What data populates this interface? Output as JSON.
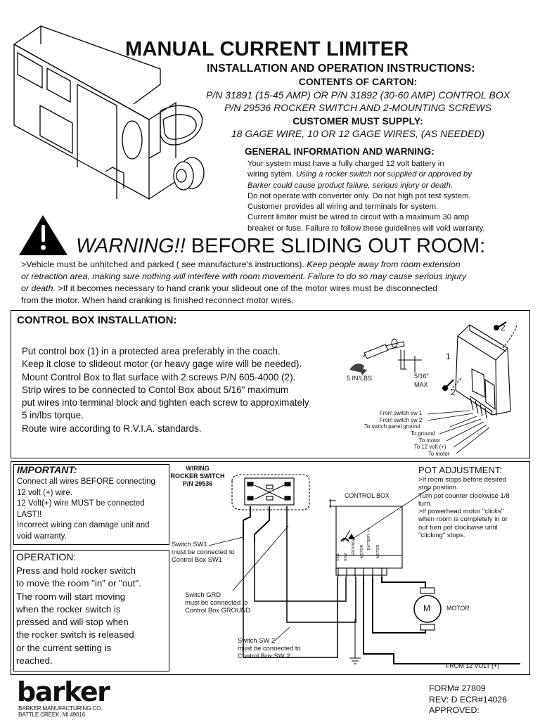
{
  "header": {
    "title": "MANUAL CURRENT LIMITER",
    "subtitle": "INSTALLATION  AND OPERATION INSTRUCTIONS:",
    "contents_heading": "CONTENTS OF CARTON:",
    "contents_line1": "P/N 31891 (15-45 AMP) OR P/N 31892 (30-60 AMP) CONTROL BOX",
    "contents_line2": "P/N 29536 ROCKER SWITCH AND 2-MOUNTING SCREWS",
    "supply_heading": "CUSTOMER MUST SUPPLY:",
    "supply_line": "18 GAGE WIRE, 10 OR 12 GAGE WIRES, (AS NEEDED)"
  },
  "general": {
    "heading": "GENERAL INFORMATION AND WARNING:",
    "line1": "Your system must have a fully charged 12 volt battery in",
    "line2a": "wiring sytem.  ",
    "line2b": "Using a rocker switch not supplied or approved by",
    "line3": "Barker could cause product failure, serious injury or death.",
    "line4": "Do not operate with converter only. Do not high pot test system.",
    "line5": "Customer provides all wiring and terminals for system.",
    "line6": "Current limiter must be wired to circuit with a maximum 30 amp",
    "line7": "breaker or fuse.  Failure to follow these guidelines will void warranty."
  },
  "warning": {
    "title_a": "WARNING!!",
    "title_b": " BEFORE SLIDING OUT ROOM:",
    "line1a": ">Vehicle must be unhitched and parked ( see manufacture's instructions).  ",
    "line1b": "Keep people away from room extension",
    "line2": "or retraction area, making sure nothing will interfere with room movement.  Failure to do so may cause serious injury",
    "line3a": "or death.",
    "line3b": "  >If it becomes necessary to hand crank your slideout one of the motor wires must be disconnected",
    "line4": "from the motor.  When hand cranking is finished reconnect motor wires."
  },
  "installation": {
    "heading": "CONTROL BOX INSTALLATION:",
    "lines": [
      "Put control box (1) in a protected area preferably in the coach.",
      "Keep it close to slideout motor (or heavy gage wire will be needed).",
      "Mount Control Box to  flat surface with 2 screws P/N 605-4000 (2).",
      "Strip wires to be connected to Contol Box about 5/16\" maximum",
      "put wires into terminal block and tighten each screw to approximately",
      "5 in/lbs torque.",
      "Route wire according to R.V.I.A. standards."
    ],
    "torque_label": "5 IN/LBS",
    "strip_label_a": "5/16\"",
    "strip_label_b": "MAX",
    "callout_1": "1",
    "callout_2a": "2",
    "callout_2b": "2",
    "wire_labels": [
      "From switch sw 1",
      "From switch sw 2",
      "To switch panel ground",
      "To ground",
      "To motor",
      "To 12 volt (+)",
      "To motor"
    ]
  },
  "important": {
    "heading": "IMPORTANT:",
    "lines": [
      "Connect all wires BEFORE connecting",
      "12 volt (+) wire.",
      "12 Volt(+) wire MUST be connected",
      "LAST!!",
      "Incorrect wiring can damage unit and",
      "void warranty."
    ]
  },
  "operation": {
    "heading": "OPERATION:",
    "lines": [
      "Press and hold rocker switch",
      "to move the room \"in\" or  \"out\".",
      "The room will start moving",
      "when the rocker switch is",
      "pressed and will stop when",
      "the rocker switch is released",
      "or the current setting is",
      "reached."
    ]
  },
  "wiring": {
    "switch_title": [
      "WIRING",
      "ROCKER SWITCH",
      "P/N 29536"
    ],
    "control_box_label": "CONTROL BOX",
    "terminals": [
      "SW1",
      "SW2",
      "GROUND",
      "MOTOR",
      "BATTERY (+)",
      "MOTOR"
    ],
    "sw1_note": [
      "Switch SW1",
      "must be connected to",
      "Control Box SW1"
    ],
    "grd_note": [
      "Switch GRD",
      "must be connected to",
      "Control Box GROUND"
    ],
    "sw2_note": [
      "Switch SW 2",
      "must be connected to",
      "Control Box SW 2"
    ],
    "motor_symbol": "M",
    "motor_label": "MOTOR",
    "from12_label": "FROM 12 VOLT (+)"
  },
  "pot": {
    "heading": "POT ADJUSTMENT:",
    "lines": [
      ">If room stops before desired",
      "stop position.",
      "Turn pot counter clockwise 1/8",
      "turn.",
      ">If powerhead motor \"clicks\"",
      "when room is completely in or",
      "out turn pot clockwise until",
      "\"clicking\" stops."
    ]
  },
  "footer": {
    "brand": "barker",
    "company_line1": "BARKER MANUFACTURING CO.",
    "company_line2": "BATTLE CREEK, MI  49016",
    "form_line1": "FORM# 27809",
    "form_line2": "REV: D ECR#14026",
    "form_line3": "APPROVED:"
  }
}
